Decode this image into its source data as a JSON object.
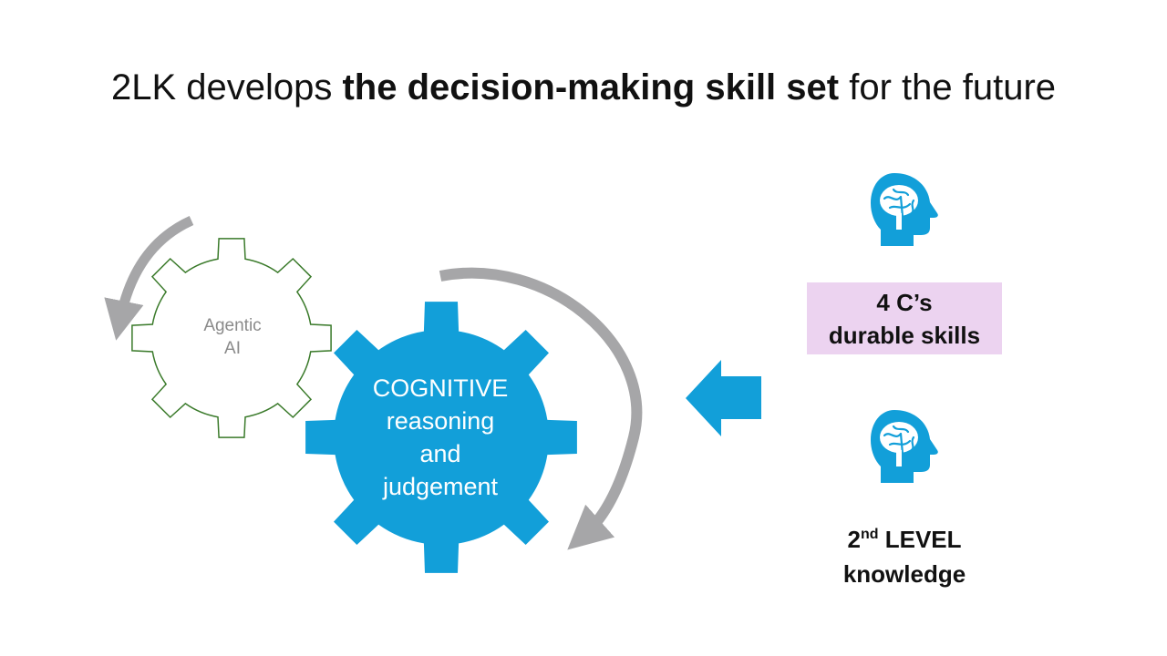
{
  "title": {
    "prefix": "2LK develops ",
    "bold": "the decision-making skill set",
    "suffix": " for the future"
  },
  "gear_small": {
    "label_line1": "Agentic",
    "label_line2": "AI"
  },
  "gear_large": {
    "line1": "COGNITIVE",
    "line2": "reasoning",
    "line3": "and",
    "line4": "judgement"
  },
  "skills_box": {
    "line1": "4 C’s",
    "line2": "durable skills"
  },
  "level": {
    "num": "2",
    "sup": "nd",
    "rest": " LEVEL",
    "line2": "knowledge"
  },
  "icons": [
    "head-brain-icon",
    "head-brain-icon",
    "left-arrow-icon",
    "circular-arrow-icon"
  ],
  "colors": {
    "accent_blue": "#129fd9",
    "gear_outline": "#3a7a2a",
    "arrow_gray": "#a6a6a8",
    "box_pink": "#ecd3f0"
  }
}
